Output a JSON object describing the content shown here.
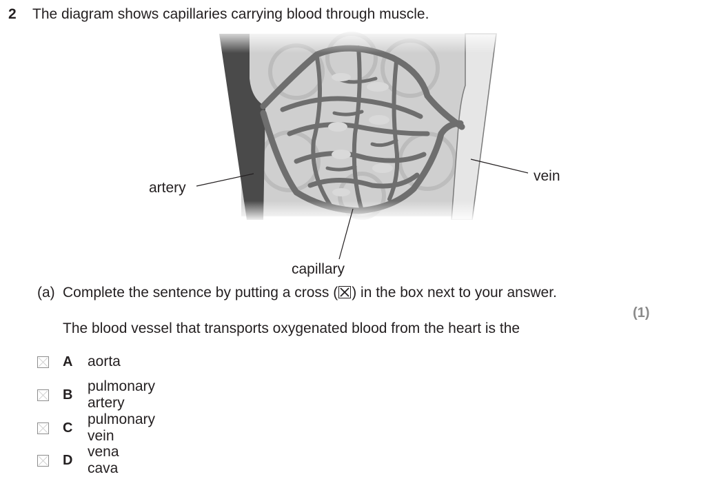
{
  "question": {
    "number": "2",
    "text": "The diagram shows capillaries carrying blood through muscle."
  },
  "diagram": {
    "labels": {
      "artery": "artery",
      "vein": "vein",
      "capillary": "capillary"
    },
    "colors": {
      "artery": "#4a4a4a",
      "vein": "#e6e6e6",
      "capillary": "#6e6e6e",
      "muscle": "#cfcfcf"
    }
  },
  "part_a": {
    "label": "(a)",
    "instruction_before": "Complete the sentence by putting a cross (",
    "instruction_after": ") in the box next to your answer.",
    "marks": "(1)",
    "stem": "The blood vessel that transports oxygenated blood from the heart is the",
    "options": [
      {
        "letter": "A",
        "text": "aorta"
      },
      {
        "letter": "B",
        "text": "pulmonary artery"
      },
      {
        "letter": "C",
        "text": "pulmonary vein"
      },
      {
        "letter": "D",
        "text": "vena cava"
      }
    ]
  }
}
